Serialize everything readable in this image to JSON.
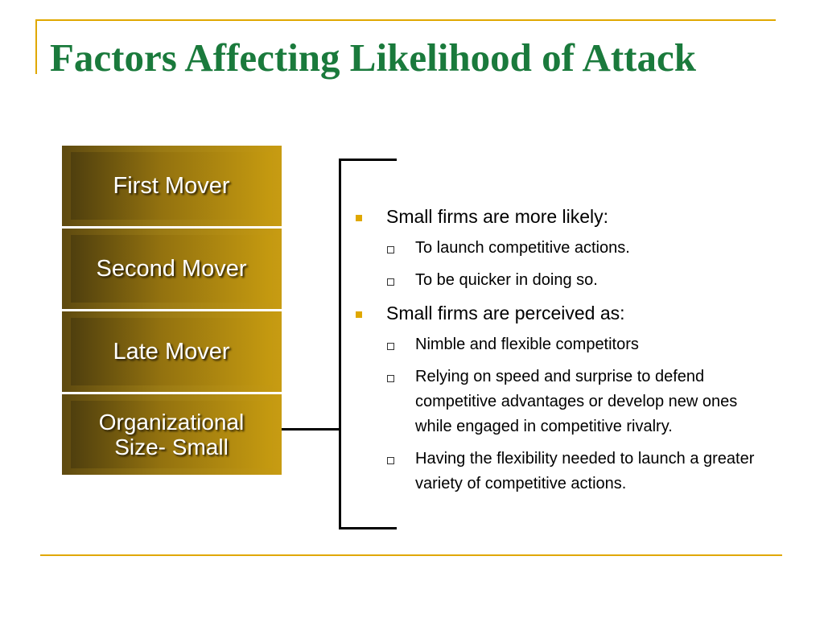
{
  "title": "Factors Affecting Likelihood of Attack",
  "colors": {
    "title": "#1a7a3c",
    "accent_rule": "#e0a800",
    "bullet_square": "#e0a800"
  },
  "factor_boxes": [
    {
      "label": "First Mover"
    },
    {
      "label": "Second Mover"
    },
    {
      "label": "Late Mover"
    },
    {
      "label": "Organizational Size- Small"
    }
  ],
  "bullets": [
    {
      "text": "Small firms are more likely:",
      "sub": [
        "To launch competitive actions.",
        "To be quicker in doing so."
      ]
    },
    {
      "text": "Small firms are perceived as:",
      "sub": [
        "Nimble and flexible competitors",
        "Relying on speed and surprise to defend competitive advantages or develop new ones while engaged in competitive rivalry.",
        "Having the flexibility needed to launch a greater variety of competitive actions."
      ]
    }
  ]
}
